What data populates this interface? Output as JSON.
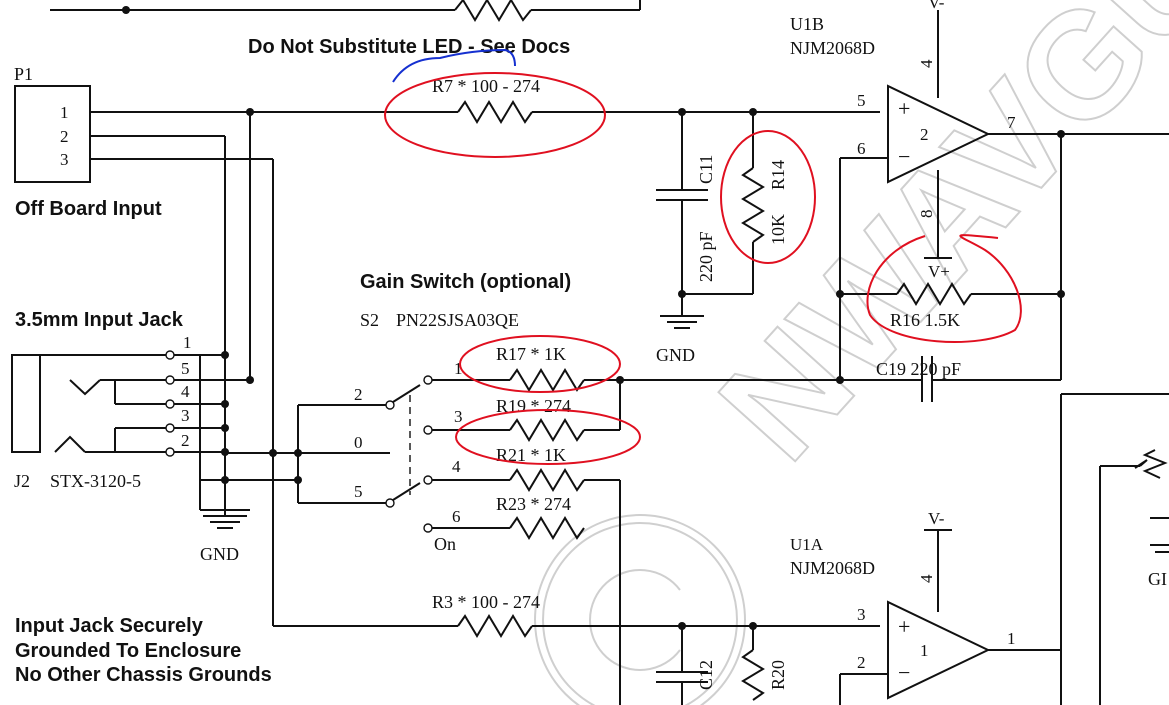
{
  "notes": {
    "led_note": "Do Not Substitute LED - See Docs",
    "off_board": "Off Board Input",
    "jack_title": "3.5mm Input Jack",
    "gain_title": "Gain Switch (optional)",
    "enclosure_line1": "Input Jack Securely",
    "enclosure_line2": "Grounded To Enclosure",
    "enclosure_line3": "No Other Chassis Grounds"
  },
  "connector_p1": {
    "ref": "P1",
    "pins": [
      "1",
      "2",
      "3"
    ]
  },
  "jack_j2": {
    "ref": "J2",
    "part": "STX-3120-5",
    "pins": [
      "1",
      "5",
      "4",
      "3",
      "2"
    ]
  },
  "switch_s2": {
    "ref": "S2",
    "part": "PN22SJSA03QE",
    "positions": [
      "2",
      "0",
      "5",
      "1",
      "3",
      "4",
      "6"
    ],
    "on_label": "On"
  },
  "opamp_u1b": {
    "ref": "U1B",
    "part": "NJM2068D",
    "pins": [
      "5",
      "6",
      "7",
      "4",
      "8",
      "2"
    ],
    "vneg": "V-",
    "vpos": "V+"
  },
  "opamp_u1a": {
    "ref": "U1A",
    "part": "NJM2068D",
    "pins": [
      "3",
      "2",
      "1",
      "4",
      "1"
    ],
    "vneg": "V-"
  },
  "resistors": {
    "r7": "R7  * 100 - 274",
    "r14_ref": "R14",
    "r14_val": "10K",
    "r16": "R16  1.5K",
    "r17": "R17  * 1K",
    "r19": "R19  * 274",
    "r21": "R21  * 1K",
    "r23": "R23  * 274",
    "r3": "R3  * 100 - 274",
    "r20_ref": "R20"
  },
  "capacitors": {
    "c11_ref": "C11",
    "c11_val": "220 pF",
    "c19": "C19   220 pF",
    "c12_ref": "C12"
  },
  "grounds": {
    "label": "GND",
    "cut_label": "GI"
  },
  "watermark_text": "NWAVGUITAR"
}
